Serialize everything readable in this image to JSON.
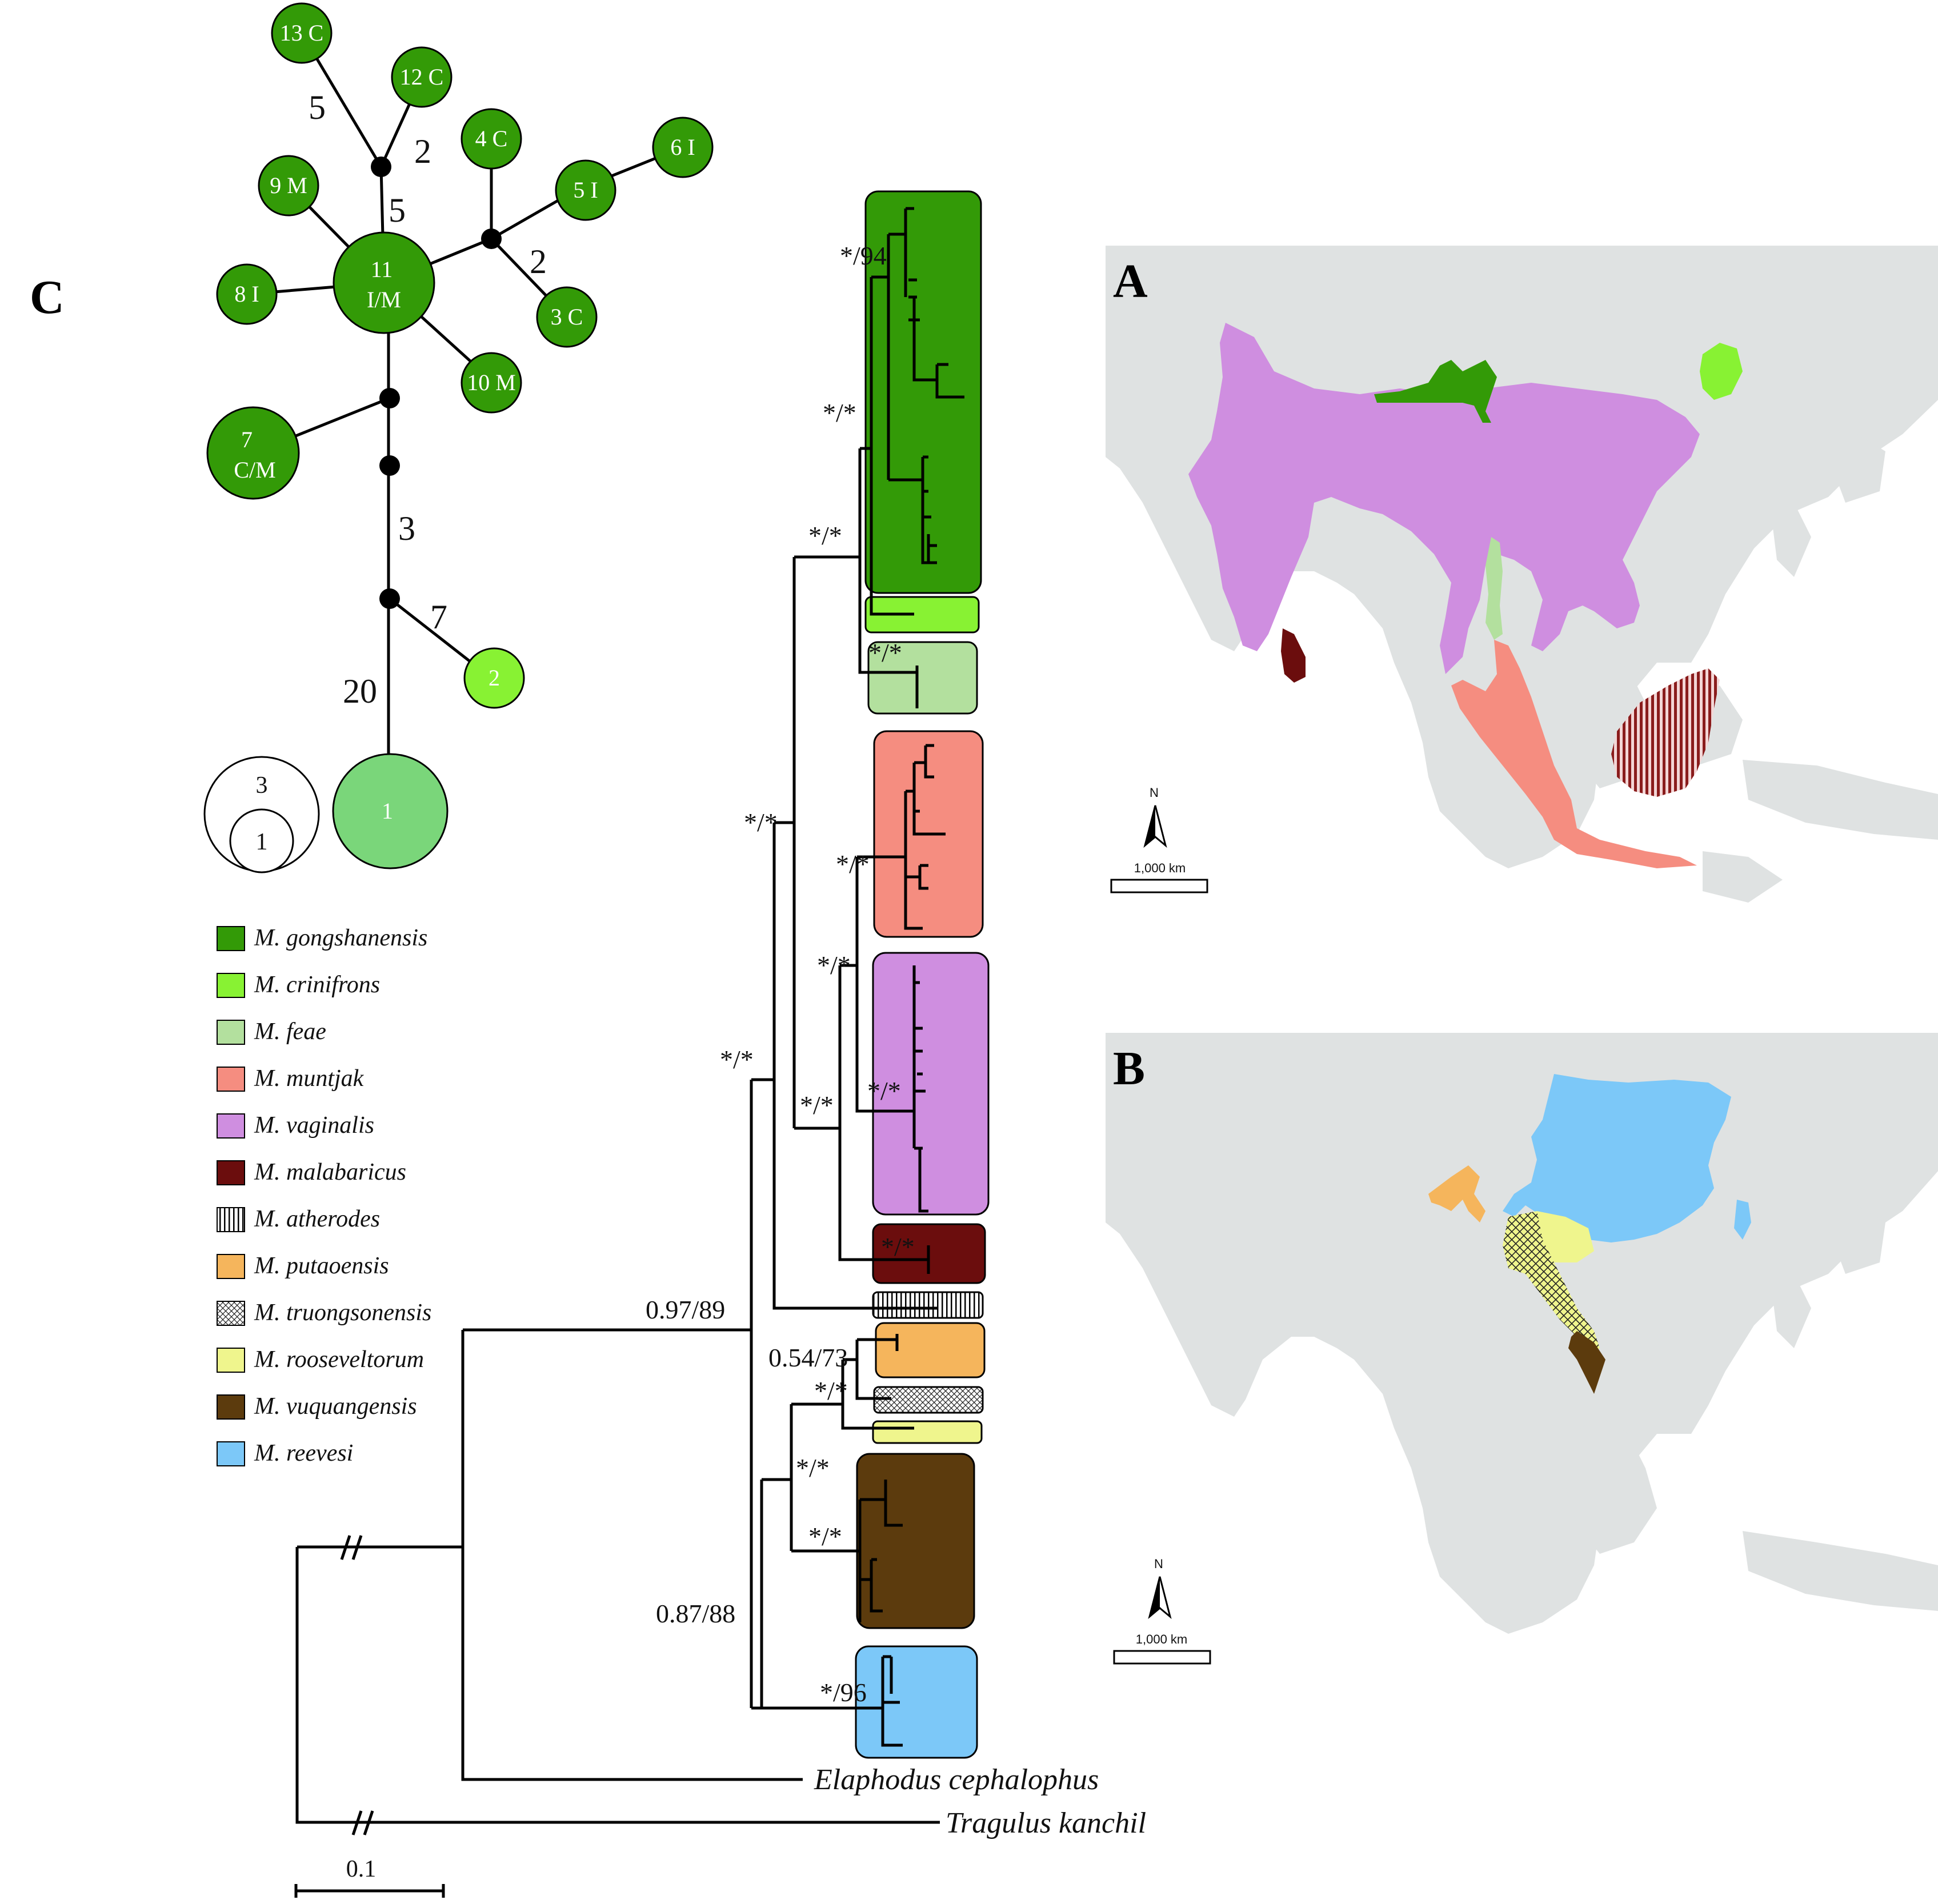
{
  "panels": {
    "a": "A",
    "b": "B",
    "c": "C"
  },
  "colors": {
    "gongshanensis": "#339a07",
    "crinifrons": "#88f233",
    "feae": "#b3e09e",
    "muntjak": "#f58d80",
    "vaginalis": "#cf8ee0",
    "malabaricus": "#6b0d0d",
    "putaoensis": "#f5b55c",
    "rooseveltorum": "#eff58d",
    "vuquangensis": "#5c3b0d",
    "reevesi": "#7cc8f8",
    "land": "#dfe2e2"
  },
  "network": {
    "haplotypes": [
      {
        "id": "13",
        "code": "C"
      },
      {
        "id": "12",
        "code": "C"
      },
      {
        "id": "4",
        "code": "C"
      },
      {
        "id": "6",
        "code": "I"
      },
      {
        "id": "5",
        "code": "I"
      },
      {
        "id": "9",
        "code": "M"
      },
      {
        "id": "11",
        "code": "I/M"
      },
      {
        "id": "8",
        "code": "I"
      },
      {
        "id": "3",
        "code": "C"
      },
      {
        "id": "10",
        "code": "M"
      },
      {
        "id": "7",
        "code": "C/M"
      },
      {
        "id": "2",
        "code": ""
      },
      {
        "id": "1",
        "code": ""
      }
    ],
    "edge_labels": [
      "5",
      "2",
      "5",
      "2",
      "3",
      "7",
      "20"
    ],
    "size_key": [
      "3",
      "1"
    ]
  },
  "legend": [
    {
      "name": "M. gongshanensis",
      "key": "gongshanensis"
    },
    {
      "name": "M. crinifrons",
      "key": "crinifrons"
    },
    {
      "name": "M. feae",
      "key": "feae"
    },
    {
      "name": "M. muntjak",
      "key": "muntjak"
    },
    {
      "name": "M. vaginalis",
      "key": "vaginalis"
    },
    {
      "name": "M. malabaricus",
      "key": "malabaricus"
    },
    {
      "name": "M. atherodes",
      "key": "atherodes"
    },
    {
      "name": "M. putaoensis",
      "key": "putaoensis"
    },
    {
      "name": "M. truongsonensis",
      "key": "truongsonensis"
    },
    {
      "name": "M. rooseveltorum",
      "key": "rooseveltorum"
    },
    {
      "name": "M. vuquangensis",
      "key": "vuquangensis"
    },
    {
      "name": "M. reevesi",
      "key": "reevesi"
    }
  ],
  "tree": {
    "supports": [
      "*/94",
      "*/*",
      "*/*",
      "*/*",
      "*/*",
      "*/*",
      "*/*",
      "*/*",
      "*/*",
      "*/*",
      "*/*",
      "0.97/89",
      "0.54/73",
      "*/*",
      "*/*",
      "*/*",
      "0.87/88",
      "*/96"
    ],
    "outgroups": [
      "Elaphodus cephalophus",
      "Tragulus kanchil"
    ],
    "scale_bar": "0.1"
  },
  "maps": {
    "north": "N",
    "scale": "1,000 km"
  }
}
